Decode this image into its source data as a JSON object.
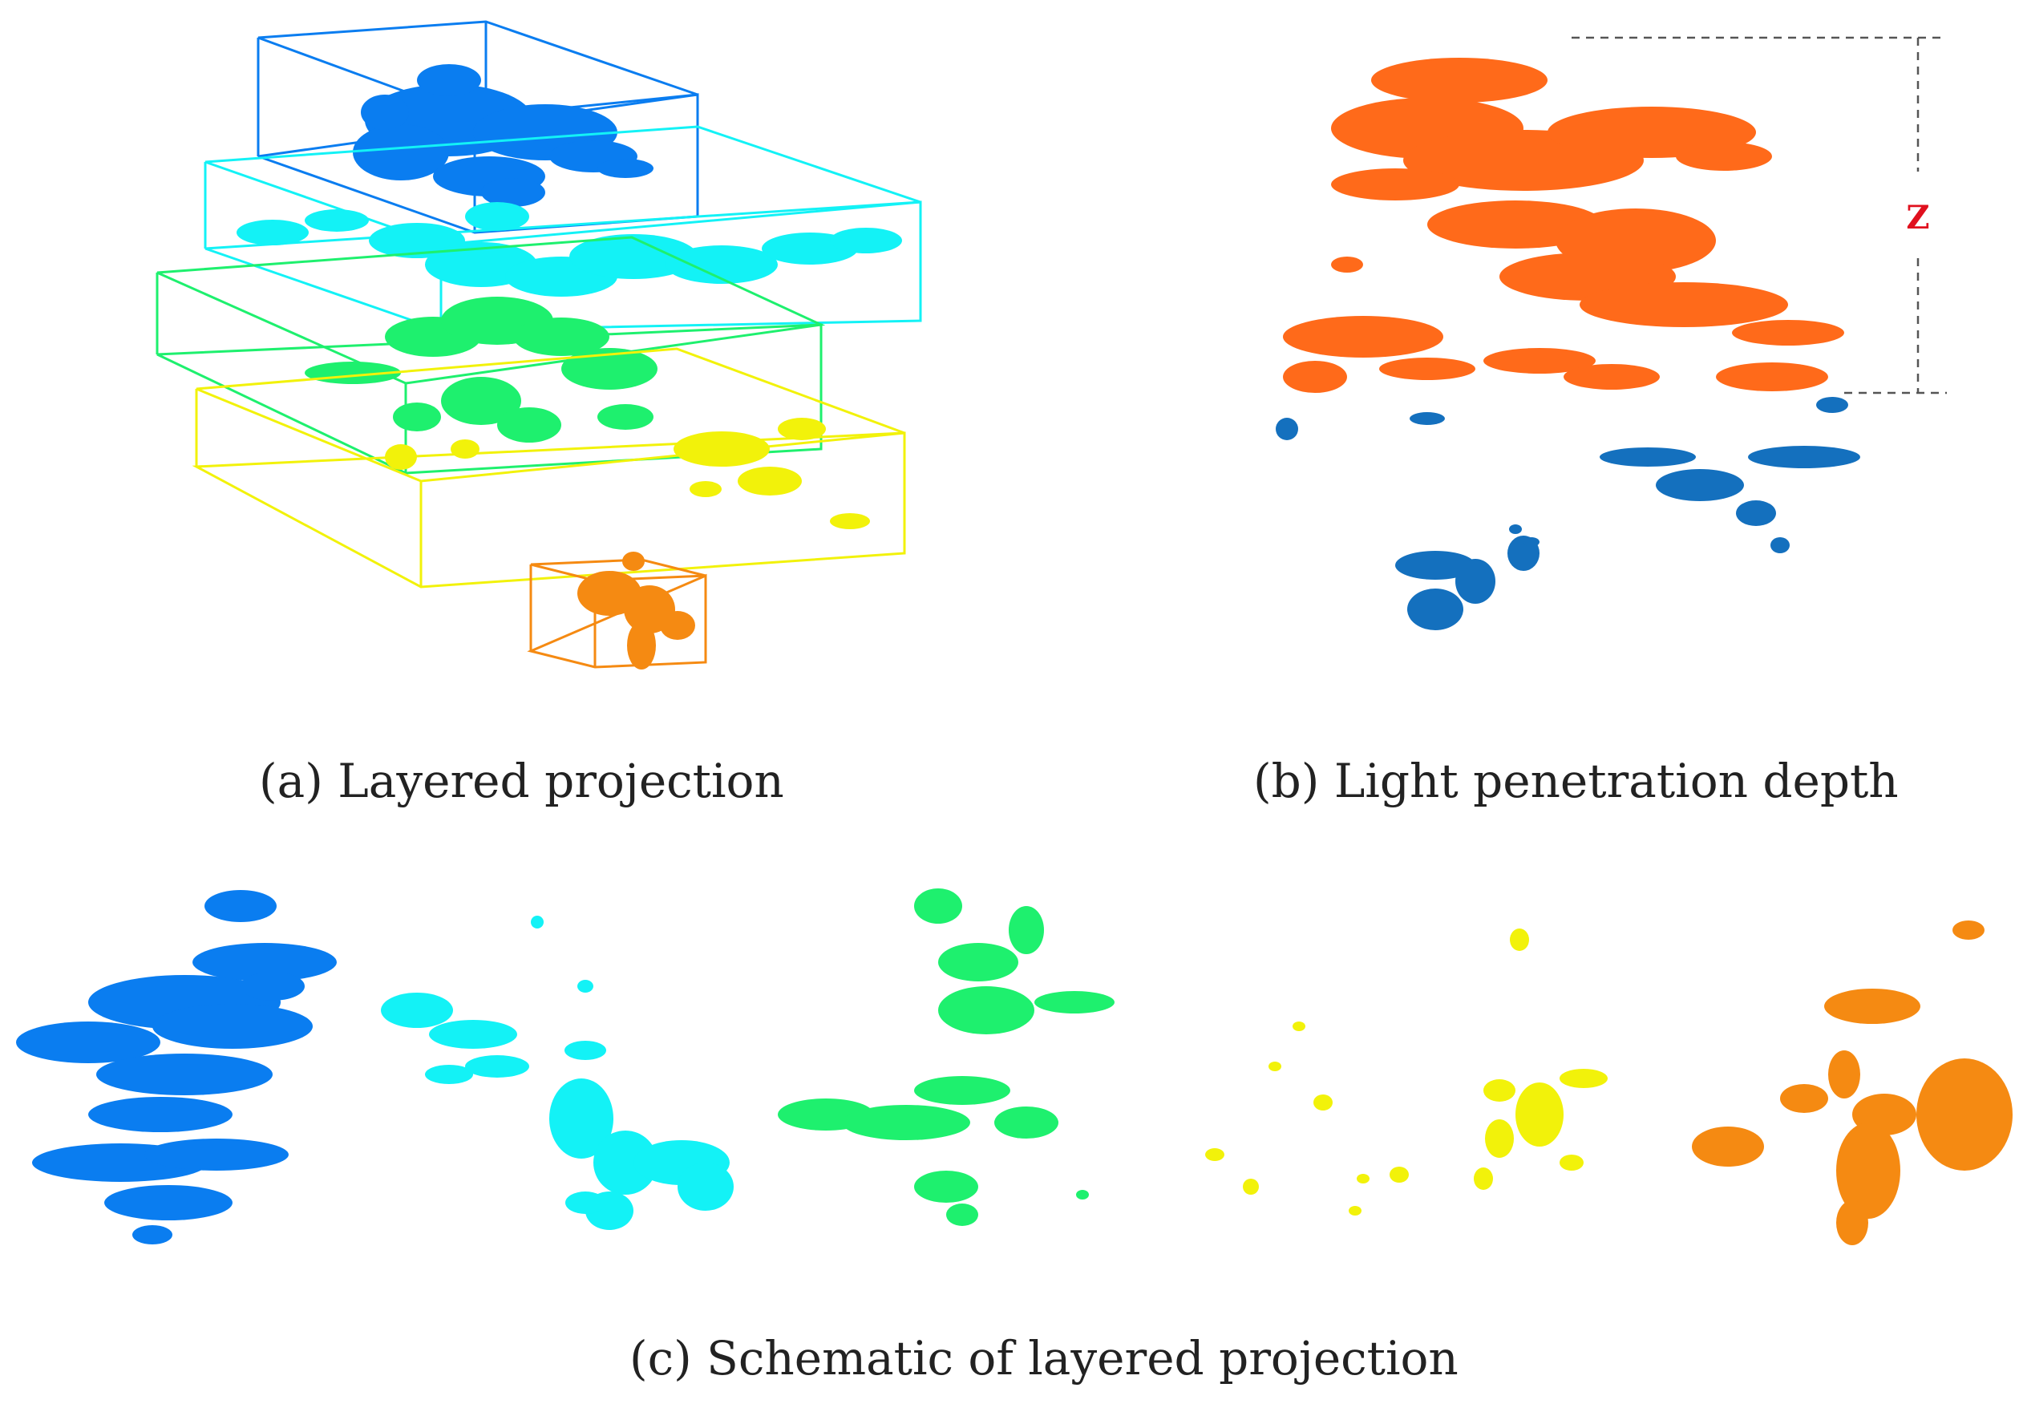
{
  "captions": {
    "a": "(a) Layered projection",
    "b": "(b) Light penetration depth",
    "c": "(c) Schematic of layered projection"
  },
  "depth_label": "Z",
  "colors": {
    "layer1": "#0a7df0",
    "layer2": "#13f2f6",
    "layer3": "#1ef06e",
    "layer4": "#f2f20a",
    "layer5": "#f58a12",
    "penetrated": "#ff6a1a",
    "shaded": "#1470be",
    "depth_label": "#e0101e",
    "guides": "#555555"
  }
}
